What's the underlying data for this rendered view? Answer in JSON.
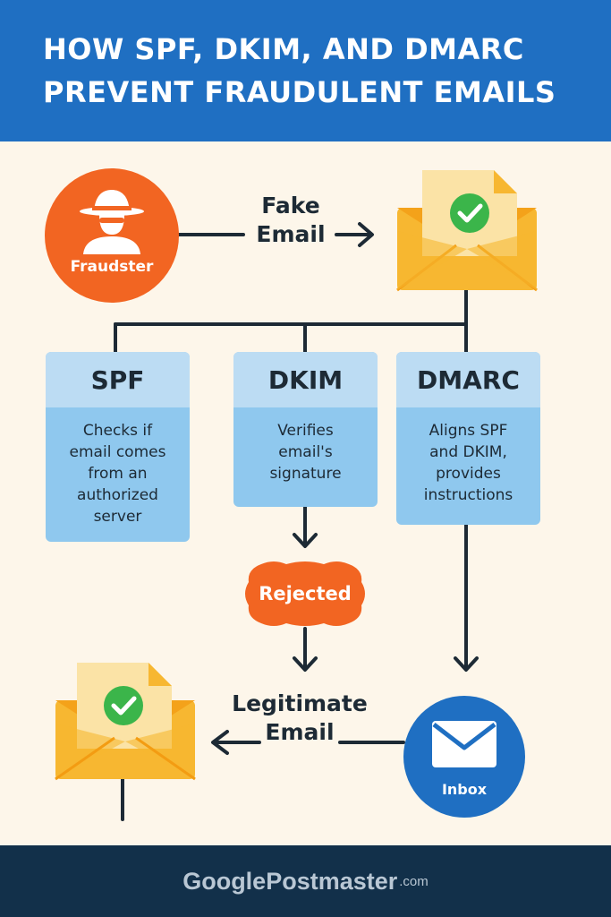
{
  "header": {
    "title_line1": "HOW SPF, DKIM, AND DMARC",
    "title_line2": "PREVENT FRAUDULENT EMAILS"
  },
  "fraudster": {
    "label": "Fraudster",
    "icon": "hacker-icon"
  },
  "fake_email": {
    "line1": "Fake",
    "line2": "Email"
  },
  "cards": [
    {
      "title": "SPF",
      "lines": [
        "Checks if",
        "email comes",
        "from an",
        "authorized",
        "server"
      ]
    },
    {
      "title": "DKIM",
      "lines": [
        "Verifies",
        "email's",
        "signature"
      ]
    },
    {
      "title": "DMARC",
      "lines": [
        "Aligns SPF",
        "and DKIM,",
        "provides",
        "instructions"
      ]
    }
  ],
  "rejected": {
    "label": "Rejected"
  },
  "legit_email": {
    "line1": "Legitimate",
    "line2": "Email"
  },
  "inbox": {
    "label": "Inbox",
    "icon": "envelope-icon"
  },
  "footer": {
    "brand": "GooglePostmaster",
    "tld": ".com"
  },
  "colors": {
    "header_bg": "#1f6fc2",
    "fraud": "#f26522",
    "card_head": "#bcdcf3",
    "card_body": "#8fc8ee",
    "envelope": "#f7b731",
    "check": "#3bb54a",
    "footer_bg": "#12304a",
    "line": "#1d2a35"
  }
}
